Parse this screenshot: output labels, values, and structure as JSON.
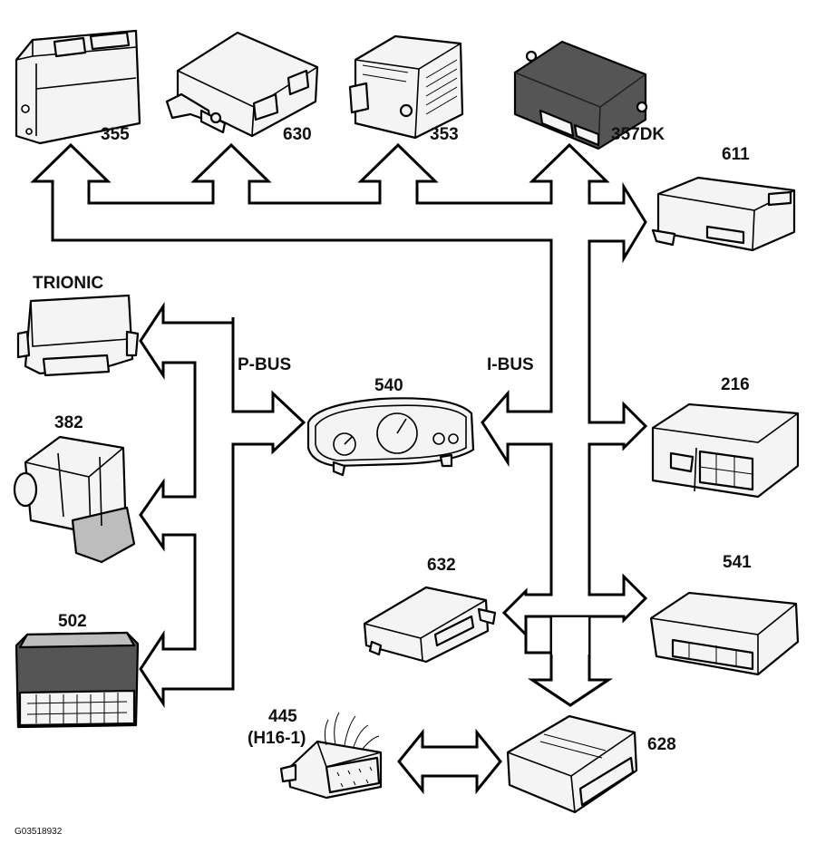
{
  "labels": {
    "m355": "355",
    "m630": "630",
    "m353": "353",
    "m357dk": "357DK",
    "m611": "611",
    "trionic": "TRIONIC",
    "pbus": "P-BUS",
    "ibus": "I-BUS",
    "m540": "540",
    "m216": "216",
    "m382": "382",
    "m632": "632",
    "m541": "541",
    "m502": "502",
    "m445": "445",
    "m445sub": "(H16-1)",
    "m628": "628",
    "figure_ref": "G03518932"
  }
}
